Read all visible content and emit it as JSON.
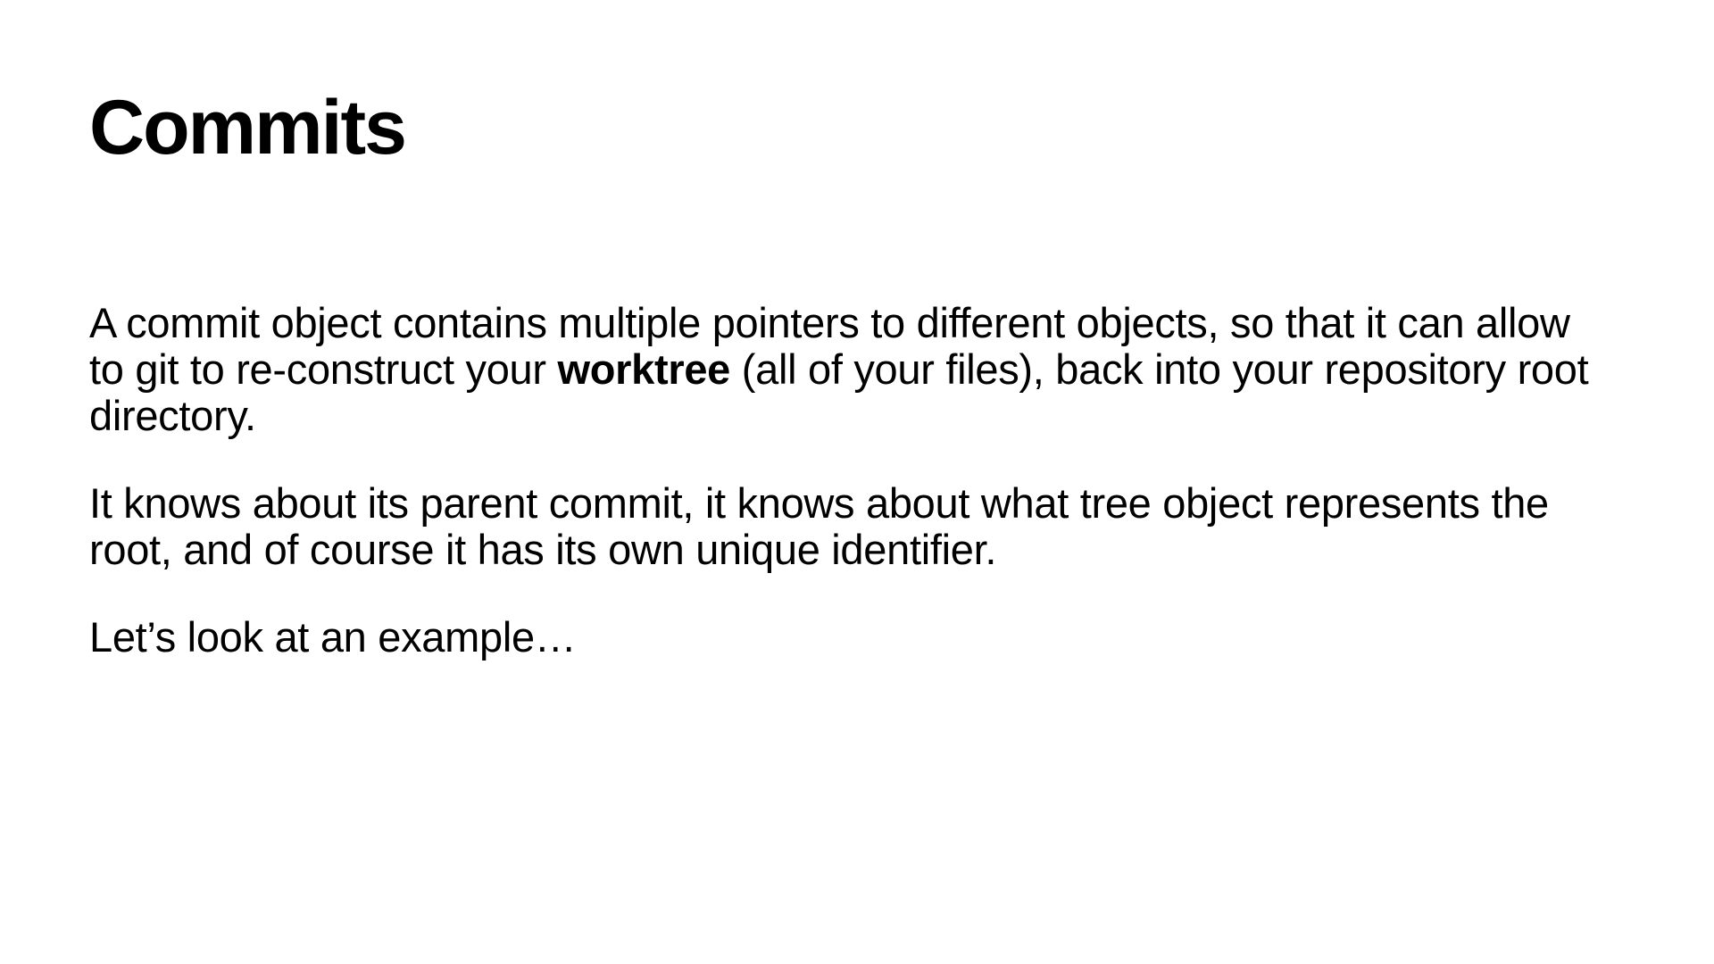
{
  "slide": {
    "title": "Commits",
    "paragraphs": [
      {
        "before": "A commit object contains multiple pointers to different objects, so that it can allow to git to re-construct your ",
        "bold": "worktree",
        "after": " (all of your files), back into your repository root directory."
      },
      {
        "text": "It knows about its parent commit, it knows about what tree object represents the root, and of course it has its own unique identifier."
      },
      {
        "text": "Let’s look at an example…"
      }
    ]
  }
}
